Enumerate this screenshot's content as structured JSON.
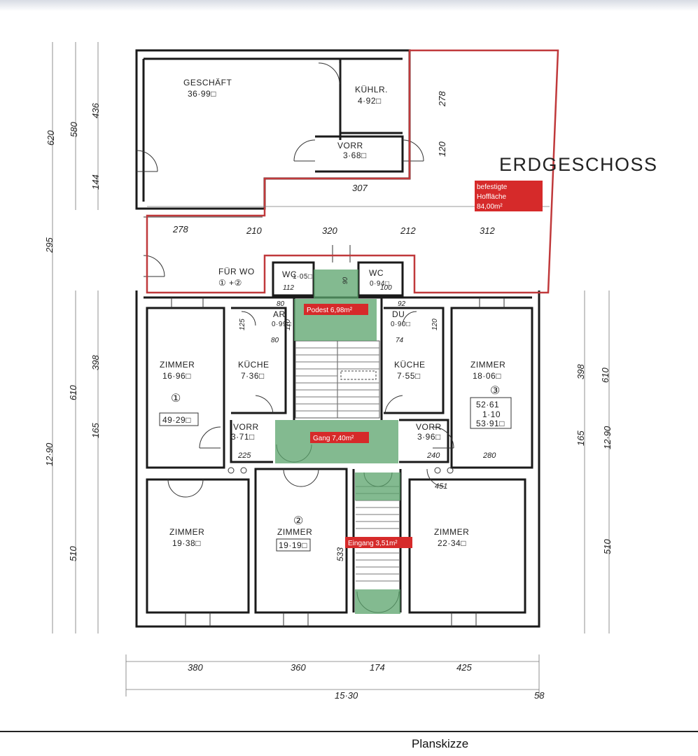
{
  "plan": {
    "title": "ERDGESCHOSS",
    "caption": "Planskizze",
    "rooms": {
      "geschaeft": {
        "name": "GESCHÄFT",
        "area": "36·99□"
      },
      "kuehlr": {
        "name": "KÜHLR.",
        "area": "4·92□"
      },
      "vorr_shop": {
        "name": "VORR",
        "area": "3·68□"
      },
      "fuer_wo": {
        "name": "FÜR WO",
        "sub": "① +②"
      },
      "wc_left": {
        "name": "WC",
        "area": "1·05□"
      },
      "wc_right": {
        "name": "WC",
        "area": "0·94□"
      },
      "ar": {
        "name": "AR",
        "area": "0·99□"
      },
      "du": {
        "name": "DU",
        "area": "0·90□"
      },
      "zimmer_1": {
        "name": "ZIMMER",
        "area": "16·96□",
        "unit": "①",
        "total": "49·29□"
      },
      "kueche_1": {
        "name": "KÜCHE",
        "area": "7·36□"
      },
      "kueche_3": {
        "name": "KÜCHE",
        "area": "7·55□"
      },
      "zimmer_3": {
        "name": "ZIMMER",
        "area": "18·06□",
        "unit": "③",
        "t1": "52·61",
        "t2": "1·10",
        "t3": "53·91□"
      },
      "vorr_1": {
        "name": "VORR",
        "area": "3·71□"
      },
      "vorr_3": {
        "name": "VORR",
        "area": "3·96□"
      },
      "zimmer_1b": {
        "name": "ZIMMER",
        "area": "19·38□"
      },
      "zimmer_2": {
        "name": "ZIMMER",
        "area": "19·19□",
        "unit": "②"
      },
      "zimmer_3b": {
        "name": "ZIMMER",
        "area": "22·34□"
      }
    },
    "tags": {
      "hof": [
        "befestigte",
        "Hoffläche",
        "84,00m²"
      ],
      "podest": "Podest 6,98m²",
      "gang": "Gang 7,40m²",
      "eingang": "Eingang 3,51m²"
    },
    "dims": {
      "left": [
        "620",
        "580",
        "436",
        "144",
        "295",
        "398",
        "610",
        "165",
        "12·90",
        "510"
      ],
      "right": [
        "398",
        "610",
        "165",
        "12·90",
        "510"
      ],
      "top": [
        "278",
        "120",
        "307",
        "278",
        "210",
        "320",
        "212",
        "312"
      ],
      "bottom": [
        "380",
        "360",
        "174",
        "425",
        "15·30",
        "58"
      ],
      "inner": [
        "125",
        "110",
        "80",
        "80",
        "92",
        "120",
        "74",
        "225",
        "240",
        "280",
        "451",
        "533",
        "112",
        "100",
        "90"
      ]
    }
  }
}
